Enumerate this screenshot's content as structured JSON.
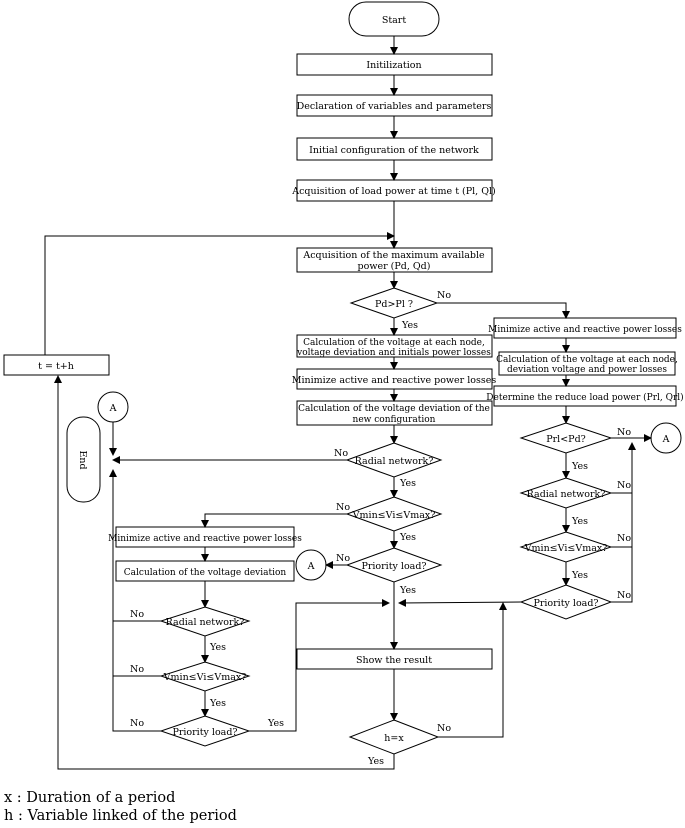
{
  "flowchart": {
    "start": "Start",
    "end": "End",
    "steps": {
      "init": "Initilization",
      "declaration": "Declaration of variables and parameters",
      "initial_config": "Initial configuration of the network",
      "acquisition_load": "Acquisition of load power at time t  (Pl, Ql)",
      "acquisition_max_1": "Acquisition of the maximum available",
      "acquisition_max_2": "power (Pd, Qd)",
      "calc_voltage_node_1": "Calculation of the voltage at each node,",
      "calc_voltage_node_2": "voltage deviation    and initials power losses",
      "minimize_losses_mid": "Minimize active and reactive power losses",
      "calc_deviation_new_1": "Calculation of the voltage deviation of the",
      "calc_deviation_new_2": "new configuration",
      "minimize_losses_right": "Minimize active and reactive power losses",
      "calc_voltage_right_1": "Calculation of the  voltage at each node,",
      "calc_voltage_right_2": "deviation voltage and power losses",
      "determine_reduced": "Determine  the reduce load power (Prl, Qrl)",
      "minimize_losses_left": "Minimize active and reactive power losses",
      "calc_deviation_left": "Calculation of the voltage deviation",
      "show_result": "Show the result",
      "time_step": "t = t+h"
    },
    "decisions": {
      "pd_pl": "Pd>Pl ?",
      "radial_mid": "Radial network?",
      "vmin_mid": "Vmin≤Vi≤Vmax?",
      "priority_mid": "Priority load?",
      "prl_pd": "Prl<Pd?",
      "radial_right": "Radial network?",
      "vmin_right": "Vmin≤Vi≤Vmax?",
      "priority_right": "Priority load?",
      "radial_left": "Radial network?",
      "vmin_left": "Vmin≤Vi≤Vmax?",
      "priority_left": "Priority load?",
      "h_x": "h=x"
    },
    "connectors": {
      "a_left": "A",
      "a_mid": "A",
      "a_right": "A"
    },
    "labels": {
      "yes": "Yes",
      "no": "No"
    }
  },
  "legend": {
    "x_def": "x : Duration of a period",
    "h_def": "h : Variable linked of the period"
  }
}
